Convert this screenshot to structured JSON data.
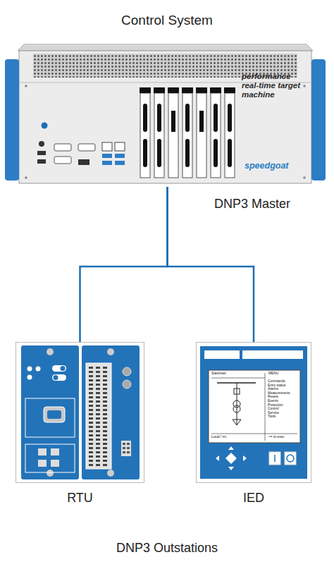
{
  "diagram": {
    "caption": "DNP3 Outstations",
    "nodes": [
      {
        "text": [
          "Control System",
          "performance real-time target machine",
          "speedgoat",
          "DNP3 Master"
        ]
      },
      {
        "text": [
          "RTU"
        ]
      },
      {
        "text": [
          "IED"
        ]
      }
    ],
    "edges": [
      {
        "from": 0,
        "to": 1,
        "arrow": "none"
      },
      {
        "from": 0,
        "to": 2,
        "arrow": "none"
      }
    ],
    "labels": [
      "Starstreet",
      "MENU",
      "Commands",
      "Entry status",
      "Alarms",
      "Measurements",
      "Resets",
      "Events",
      "Protection",
      "Control",
      "Service",
      "Tools",
      "Local / rm.",
      "<= to exec"
    ]
  }
}
